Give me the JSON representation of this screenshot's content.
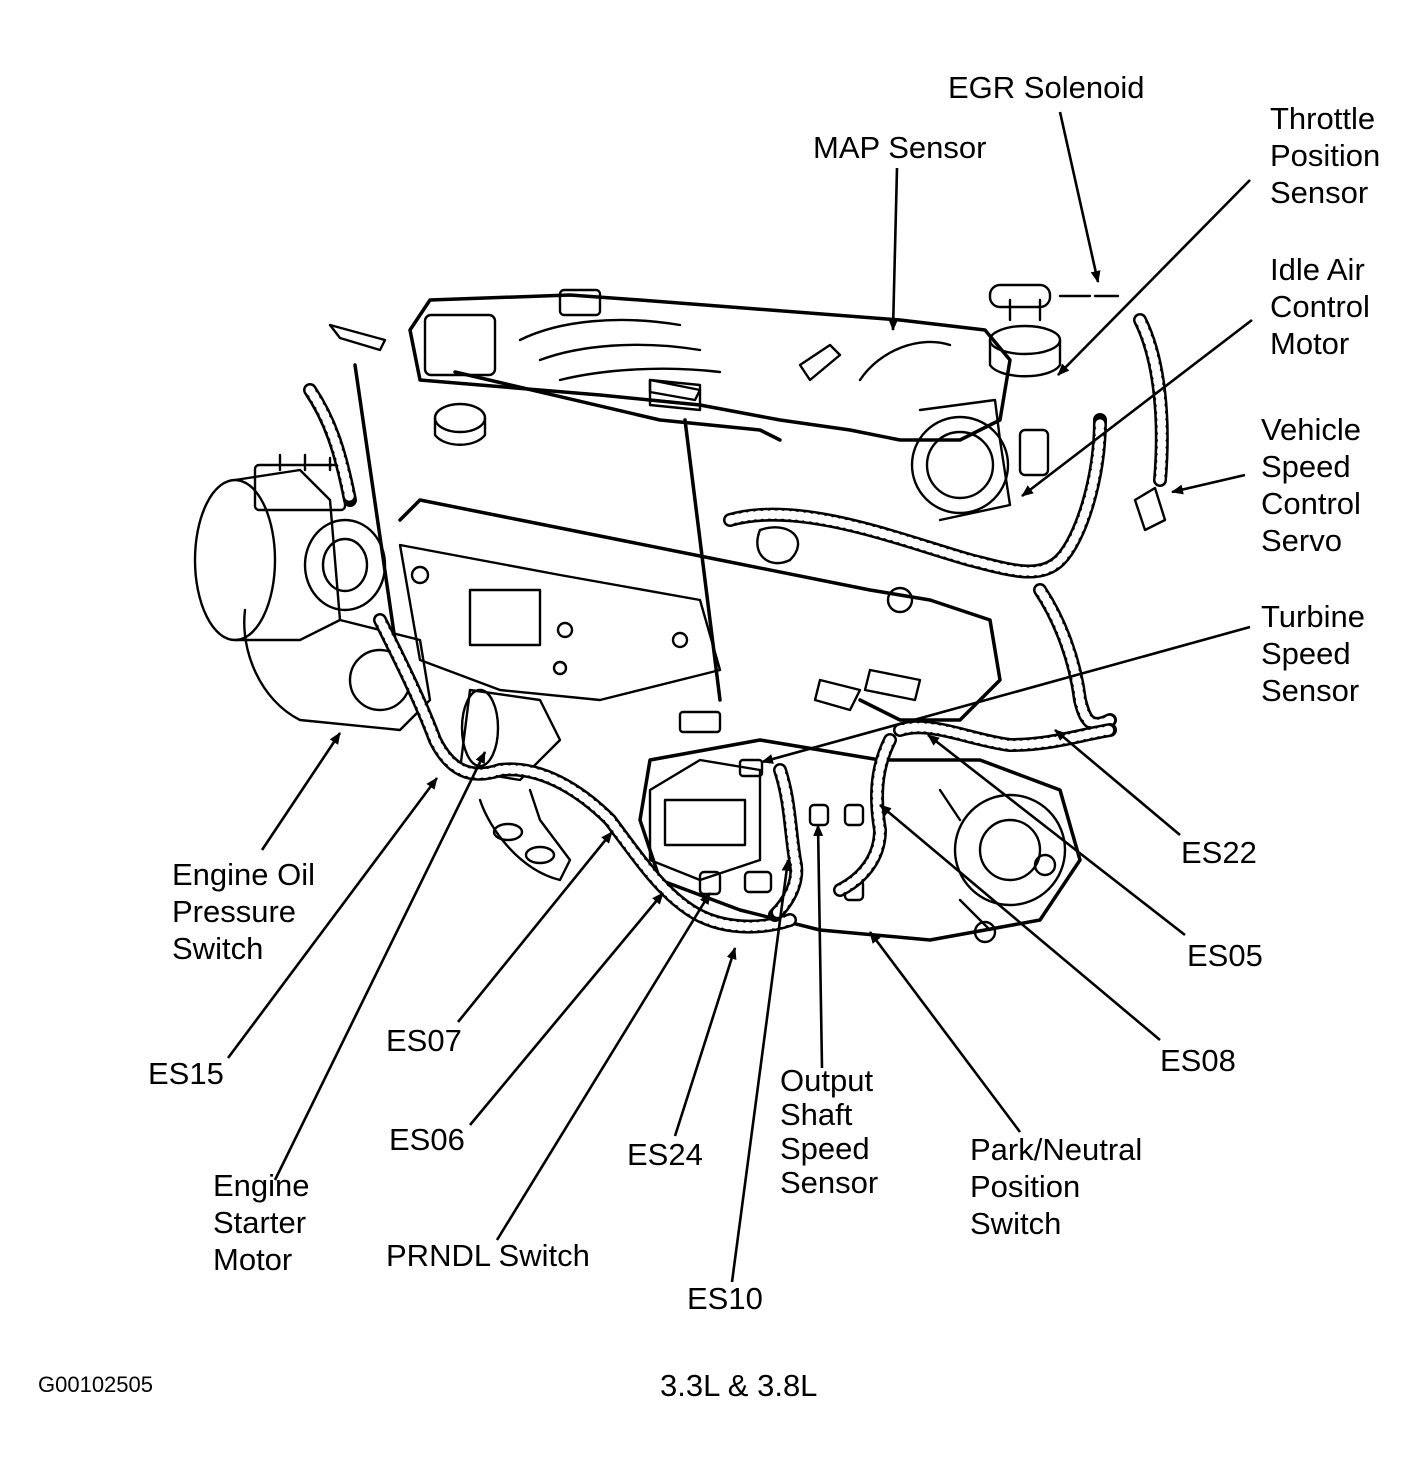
{
  "diagram": {
    "caption": "3.3L & 3.8L",
    "figure_id": "G00102505",
    "labels": {
      "egr_solenoid": "EGR Solenoid",
      "map_sensor": "MAP Sensor",
      "throttle_position_sensor": "Throttle\nPosition\nSensor",
      "idle_air_control_motor": "Idle Air\nControl\nMotor",
      "vehicle_speed_control_servo": "Vehicle\nSpeed\nControl\nServo",
      "turbine_speed_sensor": "Turbine\nSpeed\nSensor",
      "es22": "ES22",
      "es05": "ES05",
      "es08": "ES08",
      "engine_oil_pressure_switch": "Engine Oil\nPressure\nSwitch",
      "es15": "ES15",
      "es07": "ES07",
      "es06": "ES06",
      "es24": "ES24",
      "output_shaft_speed_sensor": "Output\nShaft\nSpeed\nSensor",
      "park_neutral_position_switch": "Park/Neutral\nPosition\nSwitch",
      "engine_starter_motor": "Engine\nStarter\nMotor",
      "prndl_switch": "PRNDL Switch",
      "es10": "ES10"
    }
  }
}
